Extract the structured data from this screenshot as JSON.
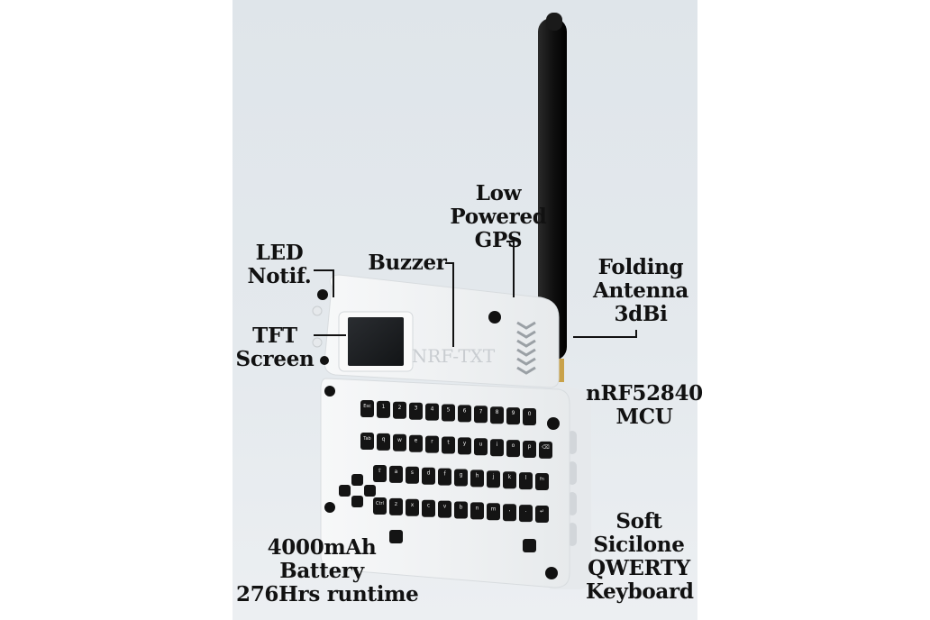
{
  "device": {
    "engraved_text": "NRF-TXT",
    "colors": {
      "background": "#e2e7eb",
      "case": "#f4f5f6",
      "antenna": "#1a1a1a",
      "keys": "#141414",
      "screen": "#1d1f22"
    }
  },
  "labels": {
    "gps": [
      "Low",
      "Powered",
      "GPS"
    ],
    "led": [
      "LED",
      "Notif."
    ],
    "buzzer": [
      "Buzzer"
    ],
    "antenna": [
      "Folding",
      "Antenna",
      "3dBi"
    ],
    "tft": [
      "TFT",
      "Screen"
    ],
    "mcu": [
      "nRF52840",
      "MCU"
    ],
    "battery": [
      "4000mAh",
      "Battery",
      "276Hrs runtime"
    ],
    "keyboard": [
      "Soft",
      "Sicilone",
      "QWERTY",
      "Keyboard"
    ]
  },
  "keys": {
    "row1": [
      "Esc",
      "1",
      "2",
      "3",
      "4",
      "5",
      "6",
      "7",
      "8",
      "9",
      "0"
    ],
    "row2": [
      "Tab",
      "q",
      "w",
      "e",
      "r",
      "t",
      "y",
      "u",
      "i",
      "o",
      "p",
      "⌫"
    ],
    "row3": [
      "⇧",
      "a",
      "s",
      "d",
      "f",
      "g",
      "h",
      "j",
      "k",
      "l",
      "fn"
    ],
    "row4": [
      "Ctrl",
      "z",
      "x",
      "c",
      "v",
      "b",
      "n",
      "m",
      ",",
      ".",
      "↵"
    ],
    "row5": [
      "",
      ""
    ]
  }
}
